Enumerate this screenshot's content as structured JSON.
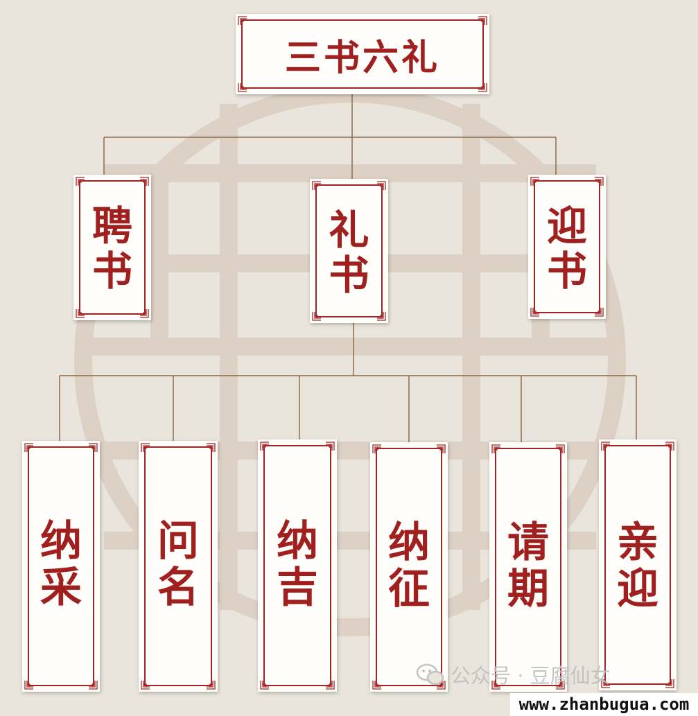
{
  "title": "三书六礼",
  "books": [
    {
      "text": "聘书"
    },
    {
      "text": "礼书"
    },
    {
      "text": "迎书"
    }
  ],
  "rites": [
    {
      "text": "纳采"
    },
    {
      "text": "问名"
    },
    {
      "text": "纳吉"
    },
    {
      "text": "纳征"
    },
    {
      "text": "请期"
    },
    {
      "text": "亲迎"
    }
  ],
  "watermark": "公众号 · 豆腐仙女",
  "site_label": "www.zhanbugua.com",
  "colors": {
    "background": "#e9e5dc",
    "accent_red": "#a32424",
    "connector_line": "#8c6a4a",
    "pattern": "#d9c9bc"
  }
}
